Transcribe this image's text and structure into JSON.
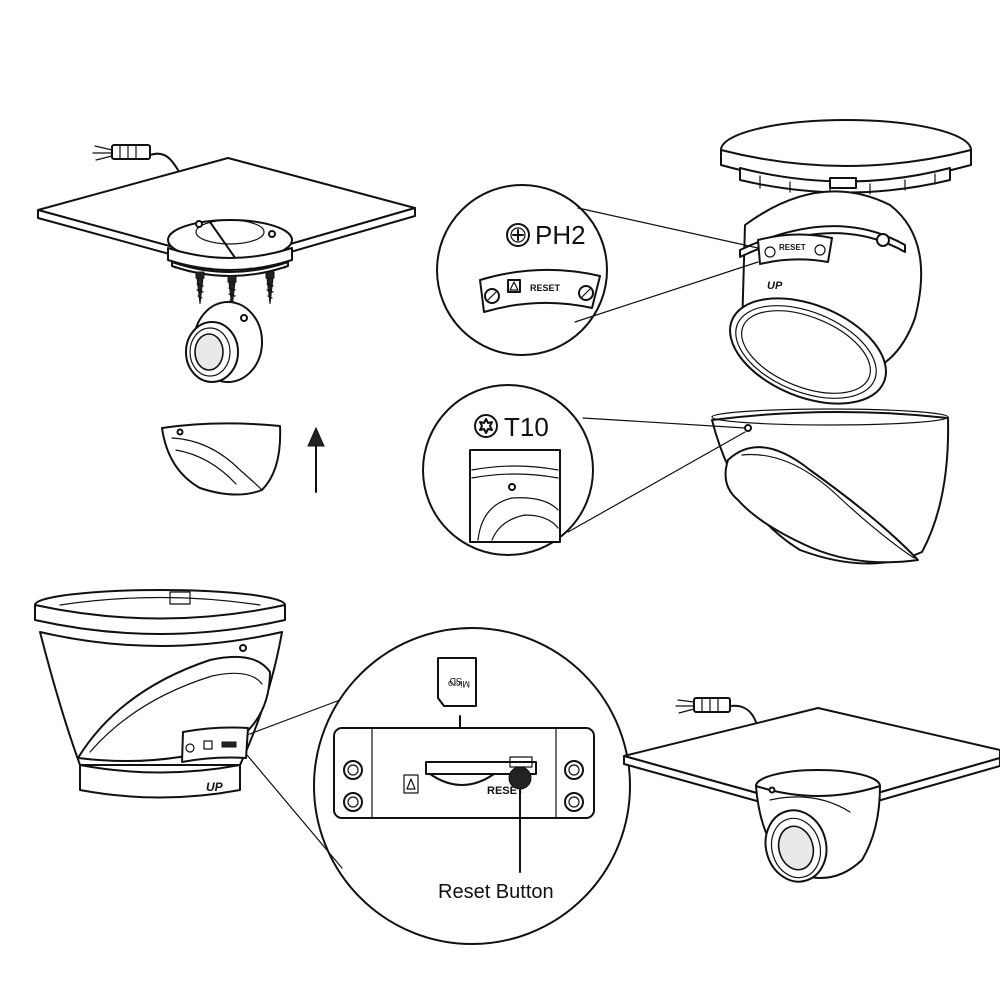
{
  "labels": {
    "ph2": "PH2",
    "t10": "T10",
    "reset_plate": "RESET",
    "reset_slot": "RESET",
    "up_mark_1": "UP",
    "up_mark_2": "UP",
    "micro_sd_1": "Micro",
    "micro_sd_2": "SD",
    "reset_button_callout": "Reset Button"
  },
  "icons": {
    "phillips_screwdriver": "phillips-head-icon",
    "torx_screwdriver": "torx-star-icon",
    "direction_up": "up-arrow-icon",
    "insert_down": "down-arrow-icon"
  }
}
